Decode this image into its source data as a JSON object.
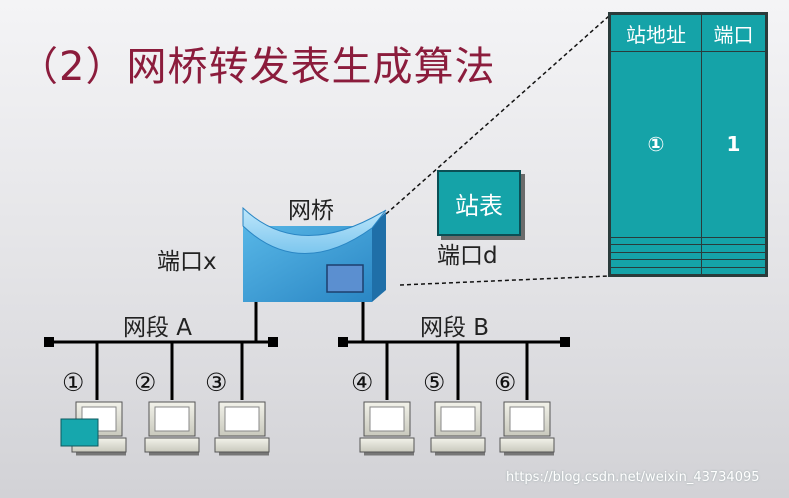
{
  "title": "（2）网桥转发表生成算法",
  "bridge_label": "网桥",
  "port_x_label": "端口x",
  "port_d_label": "端口d",
  "station_table_label": "站表",
  "segment_a_label": "网段 A",
  "segment_b_label": "网段 B",
  "stations": [
    "①",
    "②",
    "③",
    "④",
    "⑤",
    "⑥"
  ],
  "forwarding_table": {
    "headers": [
      "站地址",
      "端口"
    ],
    "rows": [
      [
        "①",
        "1"
      ],
      [
        "",
        ""
      ],
      [
        "",
        ""
      ],
      [
        "",
        ""
      ],
      [
        "",
        ""
      ],
      [
        "",
        ""
      ]
    ]
  },
  "watermark": "https://blog.csdn.net/weixin_43734095",
  "colors": {
    "title": "#8b1c3c",
    "teal": "#15a3a8",
    "bridge_blue": "#3aa0d8"
  }
}
